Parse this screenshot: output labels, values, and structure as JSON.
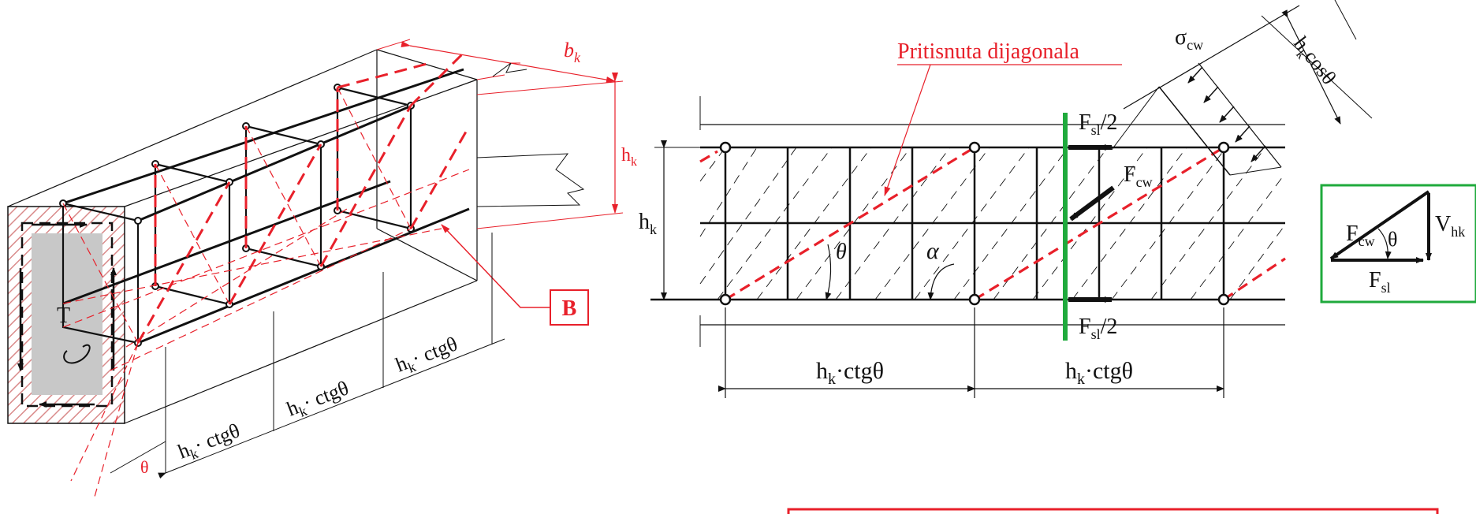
{
  "colors": {
    "red": "#e8202a",
    "green": "#1faa3c",
    "black": "#111111",
    "hatch": "#d98a8a",
    "fill": "#c8c8c8"
  },
  "left": {
    "torque": "T",
    "bk_main": "b",
    "bk_sub": "k",
    "hk_main": "h",
    "hk_sub": "k",
    "theta": "θ",
    "marker": "B",
    "spacing_main": "h",
    "spacing_sub": "k",
    "spacing_rest": "· ctgθ"
  },
  "middle": {
    "diag_label": "Pritisnuta dijagonala",
    "sigma_main": "σ",
    "sigma_sub": "cw",
    "hkcos_main": "h",
    "hkcos_sub": "k",
    "hkcos_rest": "cosθ",
    "fsl_top_main": "F",
    "fsl_top_sub": "sl",
    "fsl_top_rest": "/2",
    "fsl_bot_main": "F",
    "fsl_bot_sub": "sl",
    "fsl_bot_rest": "/2",
    "fcw_main": "F",
    "fcw_sub": "cw",
    "hk_main": "h",
    "hk_sub": "k",
    "theta": "θ",
    "alpha": "α",
    "dim1_main": "h",
    "dim1_sub": "k",
    "dim1_rest": "·ctgθ",
    "dim2_main": "h",
    "dim2_sub": "k",
    "dim2_rest": "·ctgθ"
  },
  "triangle": {
    "fcw_main": "F",
    "fcw_sub": "cw",
    "vhk_main": "V",
    "vhk_sub": "hk",
    "theta": "θ",
    "fsl_main": "F",
    "fsl_sub": "sl"
  }
}
